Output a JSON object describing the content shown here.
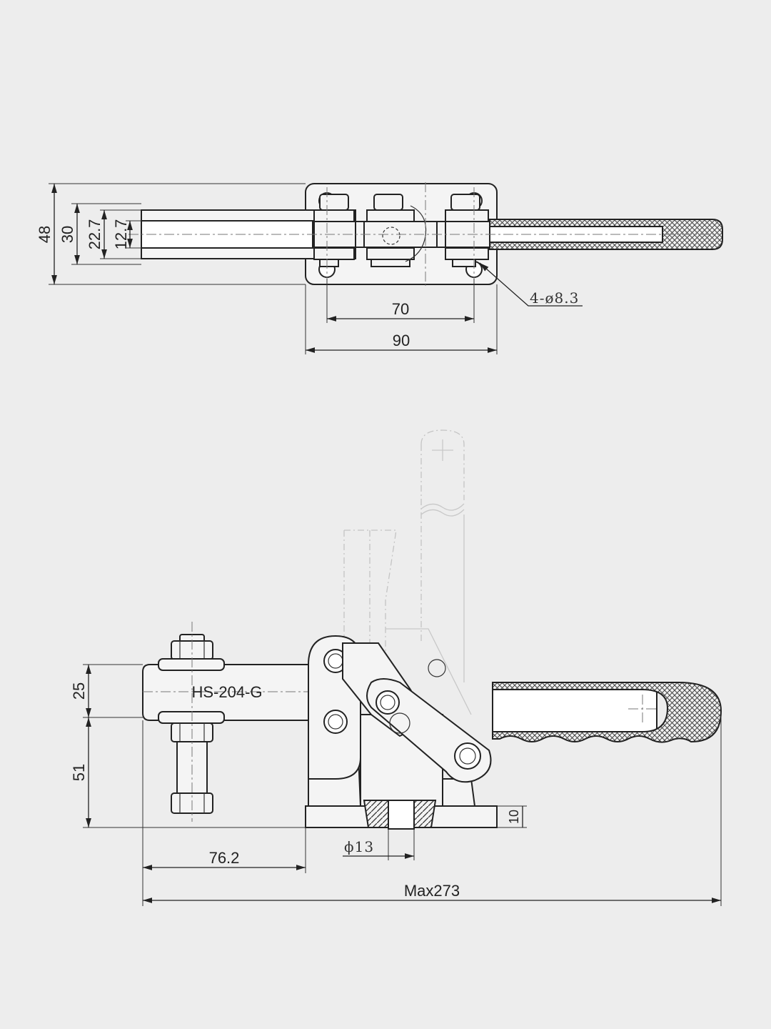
{
  "top_view": {
    "dims": {
      "overall_height": "48",
      "bar_outer": "30",
      "bar_gap": "22.7",
      "slot": "12.7",
      "hole_spacing": "70",
      "base_width": "90",
      "hole_callout": "4-ø8.3"
    }
  },
  "side_view": {
    "model_label": "HS-204-G",
    "dims": {
      "arm_height": "25",
      "pivot_height": "51",
      "base_thickness": "10",
      "pin_diameter": "ϕ13",
      "reach": "76.2",
      "max_length": "Max273"
    }
  },
  "colors": {
    "background": "#ededed",
    "line": "#222222",
    "phantom": "#c4c4c4"
  }
}
